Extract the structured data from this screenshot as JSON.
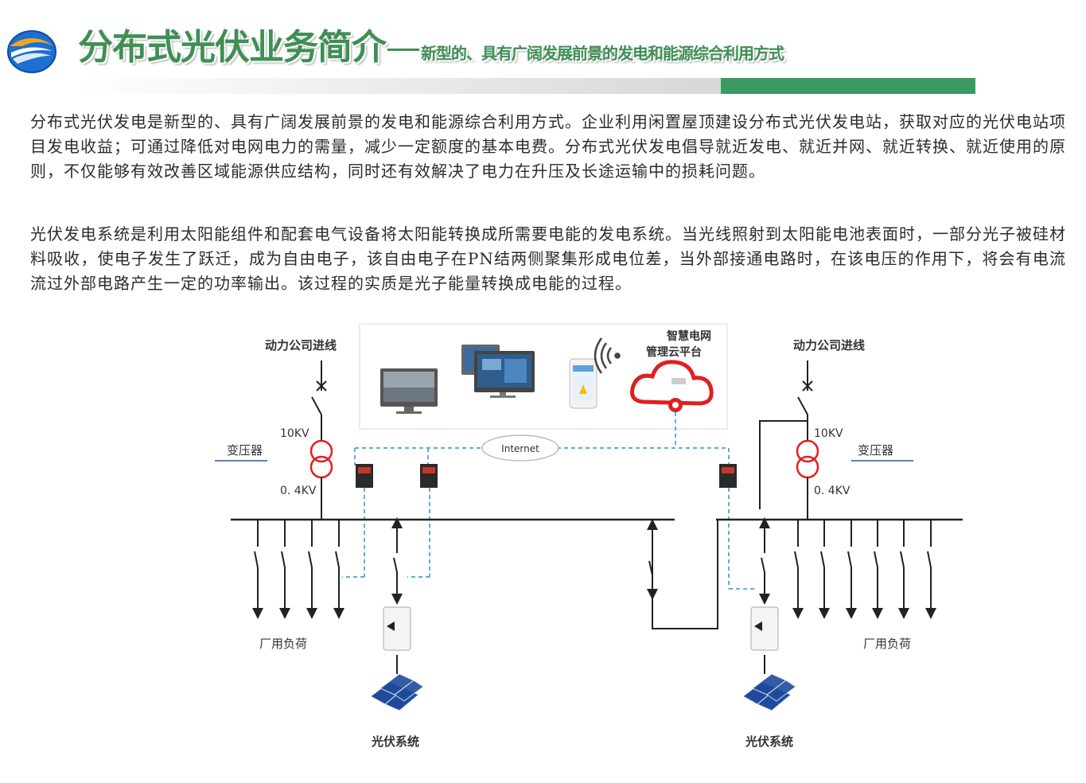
{
  "header": {
    "title_main": "分布式光伏业务简介",
    "title_sub": "新型的、具有广阔发展前景的发电和能源综合利用方式"
  },
  "paragraphs": [
    "分布式光伏发电是新型的、具有广阔发展前景的发电和能源综合利用方式。企业利用闲置屋顶建设分布式光伏发电站，获取对应的光伏电站项目发电收益；可通过降低对电网电力的需量，减少一定额度的基本电费。分布式光伏发电倡导就近发电、就近并网、就近转换、就近使用的原则，不仅能够有效改善区域能源供应结构，同时还有效解决了电力在升压及长途运输中的损耗问题。",
    "光伏发电系统是利用太阳能组件和配套电气设备将太阳能转换成所需要电能的发电系统。当光线照射到太阳能电池表面时，一部分光子被硅材料吸收，使电子发生了跃迁，成为自由电子，该自由电子在PN结两侧聚集形成电位差，当外部接通电路时，在该电压的作用下，将会有电流流过外部电路产生一定的功率输出。该过程的实质是光子能量转换成电能的过程。"
  ],
  "diagram": {
    "left_incoming": "动力公司进线",
    "right_incoming": "动力公司进线",
    "cloud_line1": "智慧电网",
    "cloud_line2": "管理云平台",
    "left_hv": "10KV",
    "right_hv": "10KV",
    "left_transformer": "变压器",
    "right_transformer": "变压器",
    "left_lv": "0. 4KV",
    "right_lv": "0. 4KV",
    "internet": "Internet",
    "left_load": "厂用负荷",
    "right_load": "厂用负荷",
    "left_pv": "光伏系统",
    "right_pv": "光伏系统"
  },
  "colors": {
    "brand_green": "#3a9a62",
    "title_green": "#3f8f55",
    "cloud_red": "#e02020",
    "dashed_blue": "#5ab0d8",
    "panel_blue": "#1f4a9c"
  }
}
